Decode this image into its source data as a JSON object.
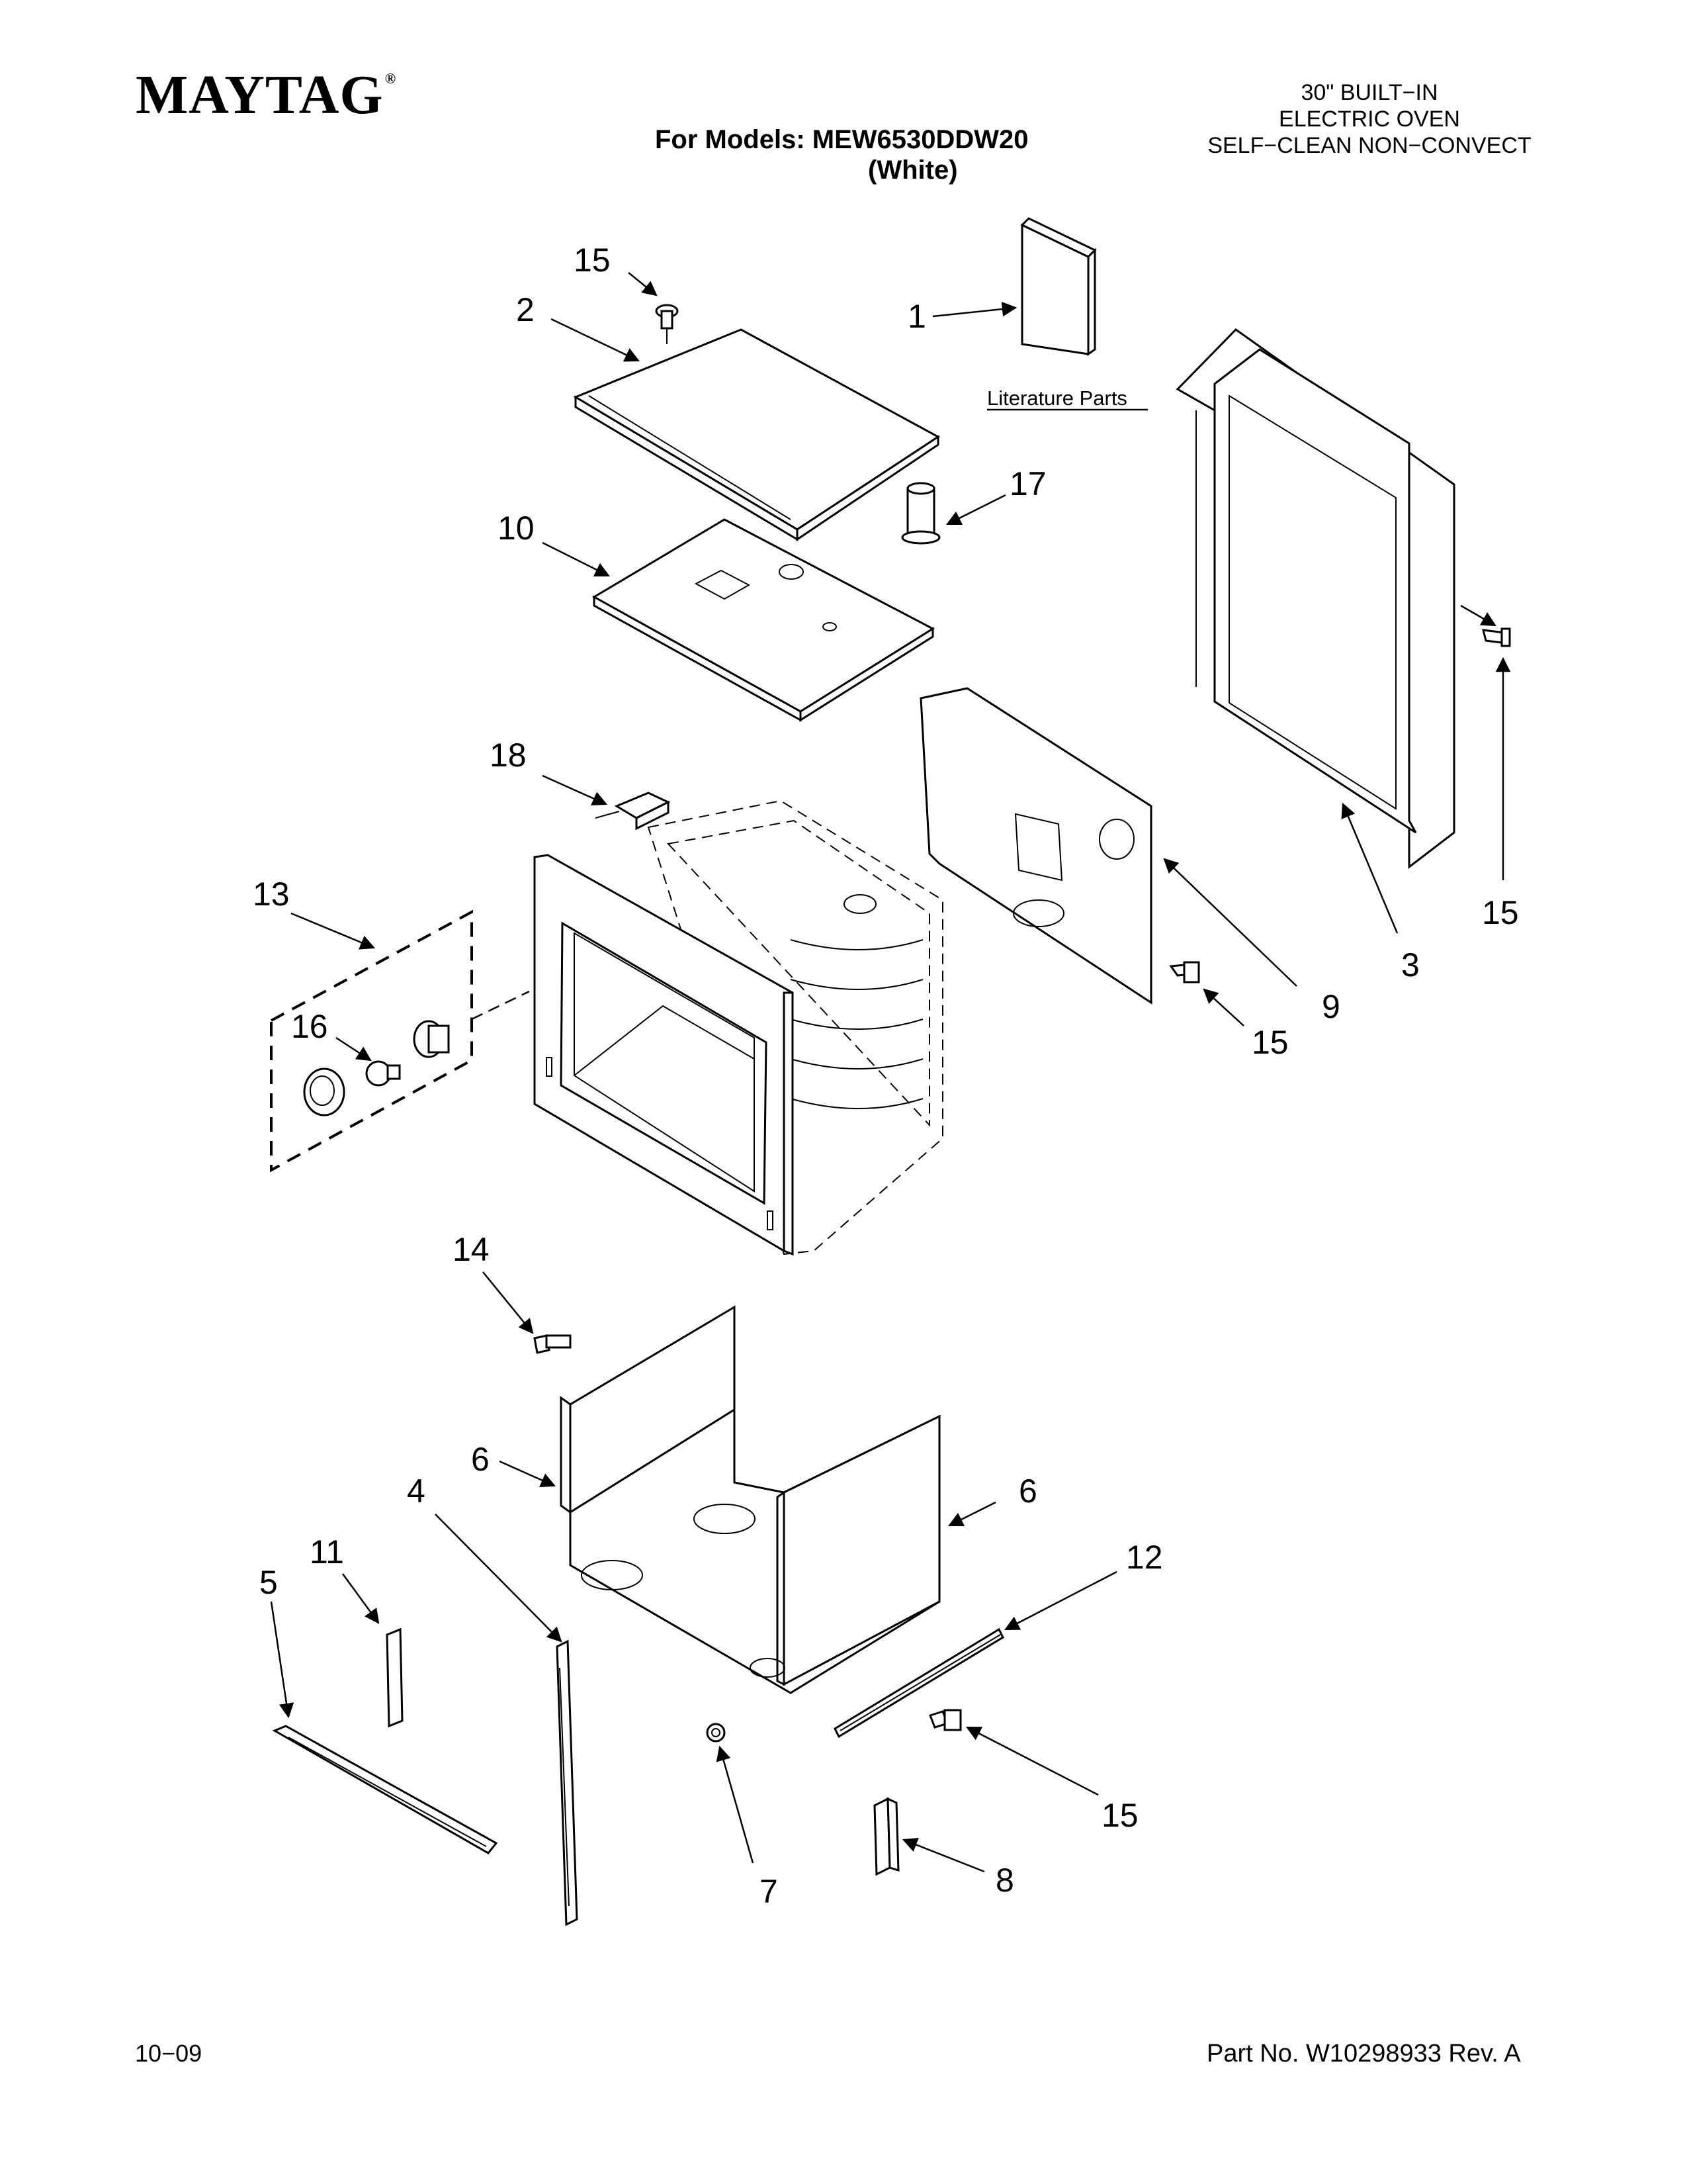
{
  "header": {
    "brand": "MAYTAG",
    "trademark": "®",
    "models_line1": "For Models: MEW6530DDW20",
    "models_line2": "(White)",
    "subtitle_line1": "30\" BUILT−IN",
    "subtitle_line2": "ELECTRIC OVEN",
    "subtitle_line3": "SELF−CLEAN NON−CONVECT"
  },
  "diagram": {
    "literature_label": "Literature Parts",
    "callouts": {
      "c1": "1",
      "c2": "2",
      "c3": "3",
      "c4": "4",
      "c5": "5",
      "c6a": "6",
      "c6b": "6",
      "c7": "7",
      "c8": "8",
      "c9": "9",
      "c10": "10",
      "c11": "11",
      "c12": "12",
      "c13": "13",
      "c14": "14",
      "c15a": "15",
      "c15b": "15",
      "c15c": "15",
      "c15d": "15",
      "c16": "16",
      "c17": "17",
      "c18": "18"
    }
  },
  "footer": {
    "date": "10−09",
    "part_number": "Part No. W10298933 Rev. A"
  }
}
